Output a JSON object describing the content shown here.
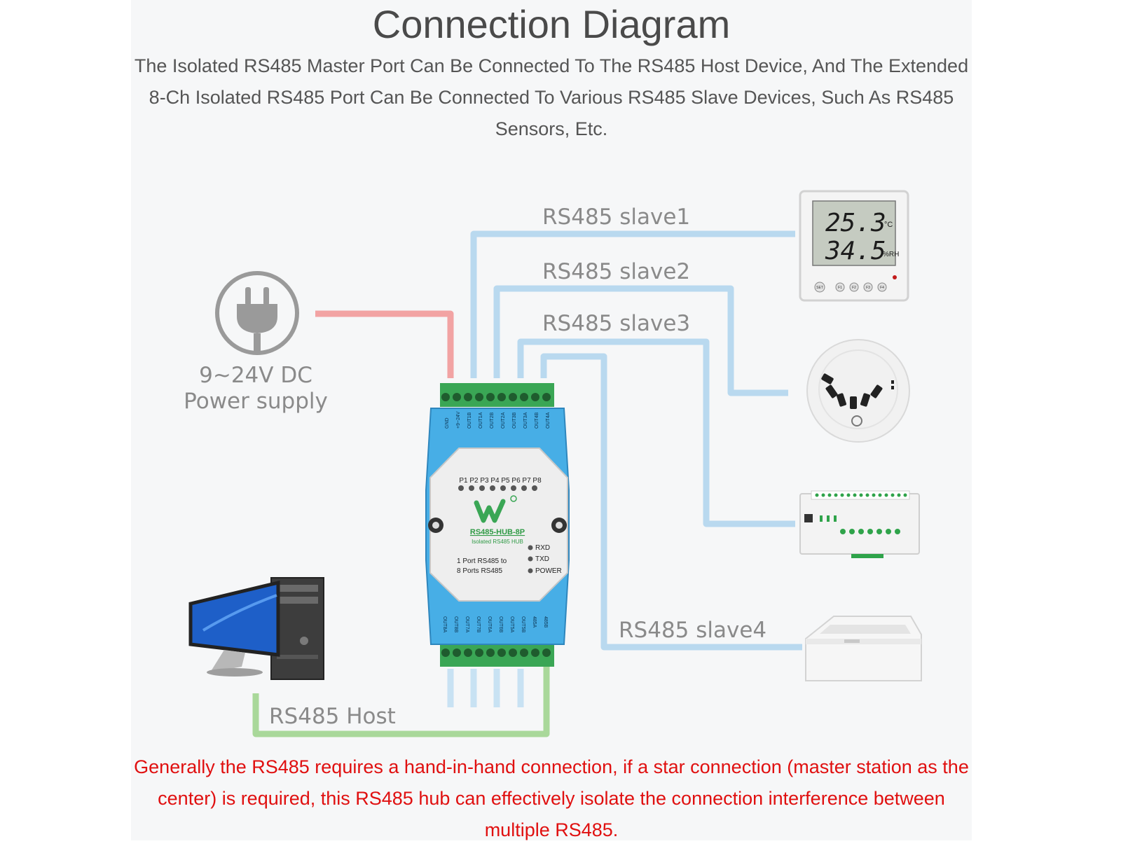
{
  "title": "Connection Diagram",
  "intro": "The Isolated RS485 Master Port Can Be Connected To The RS485 Host Device, And The Extended 8-Ch Isolated RS485 Port Can Be Connected To Various RS485 Slave Devices, Such As RS485 Sensors, Etc.",
  "labels": {
    "slave1": "RS485 slave1",
    "slave2": "RS485 slave2",
    "slave3": "RS485 slave3",
    "slave4": "RS485 slave4",
    "host": "RS485 Host",
    "power_line1": "9~24V DC",
    "power_line2": "Power supply"
  },
  "device": {
    "model": "RS485-HUB-8P",
    "subtitle": "Isolated RS485 HUB",
    "desc_line1": "1 Port RS485 to",
    "desc_line2": "8 Ports RS485",
    "port_leds": "P1 P2 P3 P4 P5 P6 P7 P8",
    "status_leds": [
      "RXD",
      "TXD",
      "POWER"
    ],
    "top_terminals": [
      "GND",
      "+9~24V",
      "OUT1B",
      "OUT1A",
      "OUT2B",
      "OUT2A",
      "OUT3B",
      "OUT3A",
      "OUT4B",
      "OUT4A"
    ],
    "bottom_terminals": [
      "OUT8A",
      "OUT8B",
      "OUT7A",
      "OUT7B",
      "OUT6A",
      "OUT6B",
      "OUT5A",
      "OUT5B",
      "485A",
      "485B"
    ]
  },
  "sensor_display": {
    "temperature": "25.3",
    "temp_unit": "°C",
    "humidity": "34.5",
    "humidity_unit": "%RH"
  },
  "sensor_buttons": [
    "SET",
    "F1",
    "F2",
    "F3",
    "F4"
  ],
  "colors": {
    "power_wire": "#f2a3a3",
    "slave_wire": "#b9d9ef",
    "host_wire": "#a9d89a",
    "device_body": "#47aee6",
    "warning_text": "#e01010"
  },
  "note": "Generally the RS485 requires a hand-in-hand connection, if a star connection (master station as the center) is required, this RS485 hub can effectively isolate the connection interference between multiple RS485."
}
